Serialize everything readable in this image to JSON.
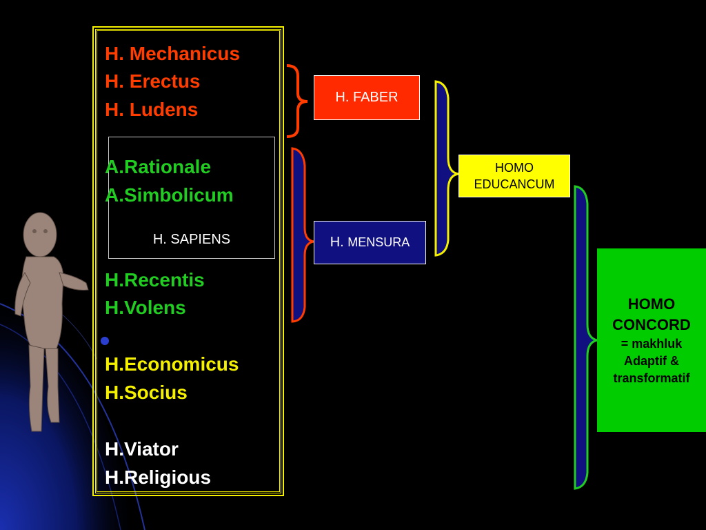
{
  "list": {
    "items": [
      {
        "text": "H. Mechanicus",
        "color": "#ff3d00"
      },
      {
        "text": "H. Erectus",
        "color": "#ff3d00"
      },
      {
        "text": "H. Ludens",
        "color": "#ff3d00"
      },
      {
        "text": "A.Rationale",
        "color": "#22cc22"
      },
      {
        "text": "A.Simbolicum",
        "color": "#22cc22"
      },
      {
        "text": "H.Recentis",
        "color": "#22cc22"
      },
      {
        "text": "H.Volens",
        "color": "#22cc22"
      },
      {
        "text": "H.Economicus",
        "color": "#f5f000"
      },
      {
        "text": "H.Socius",
        "color": "#f5f000"
      },
      {
        "text": "H.Viator",
        "color": "#ffffff"
      },
      {
        "text": "H.Religious",
        "color": "#ffffff"
      }
    ],
    "sapiens_label": "H. SAPIENS"
  },
  "boxes": {
    "faber": "H. FABER",
    "mensura_prefix": "H.",
    "mensura_rest": "MENSURA",
    "educancum_line1": "HOMO",
    "educancum_line2": "EDUCANCUM",
    "concord_line1": "HOMO",
    "concord_line2": "CONCORD",
    "concord_line3": "= makhluk",
    "concord_line4": "Adaptif &",
    "concord_line5": "transformatif"
  },
  "colors": {
    "red": "#ff3d00",
    "green": "#22cc22",
    "yellow": "#f5f000",
    "navy": "#101080",
    "faber_red": "#ff2a00",
    "concord_green": "#00cc00"
  },
  "figure": {
    "icon": "baby-figure-icon"
  }
}
